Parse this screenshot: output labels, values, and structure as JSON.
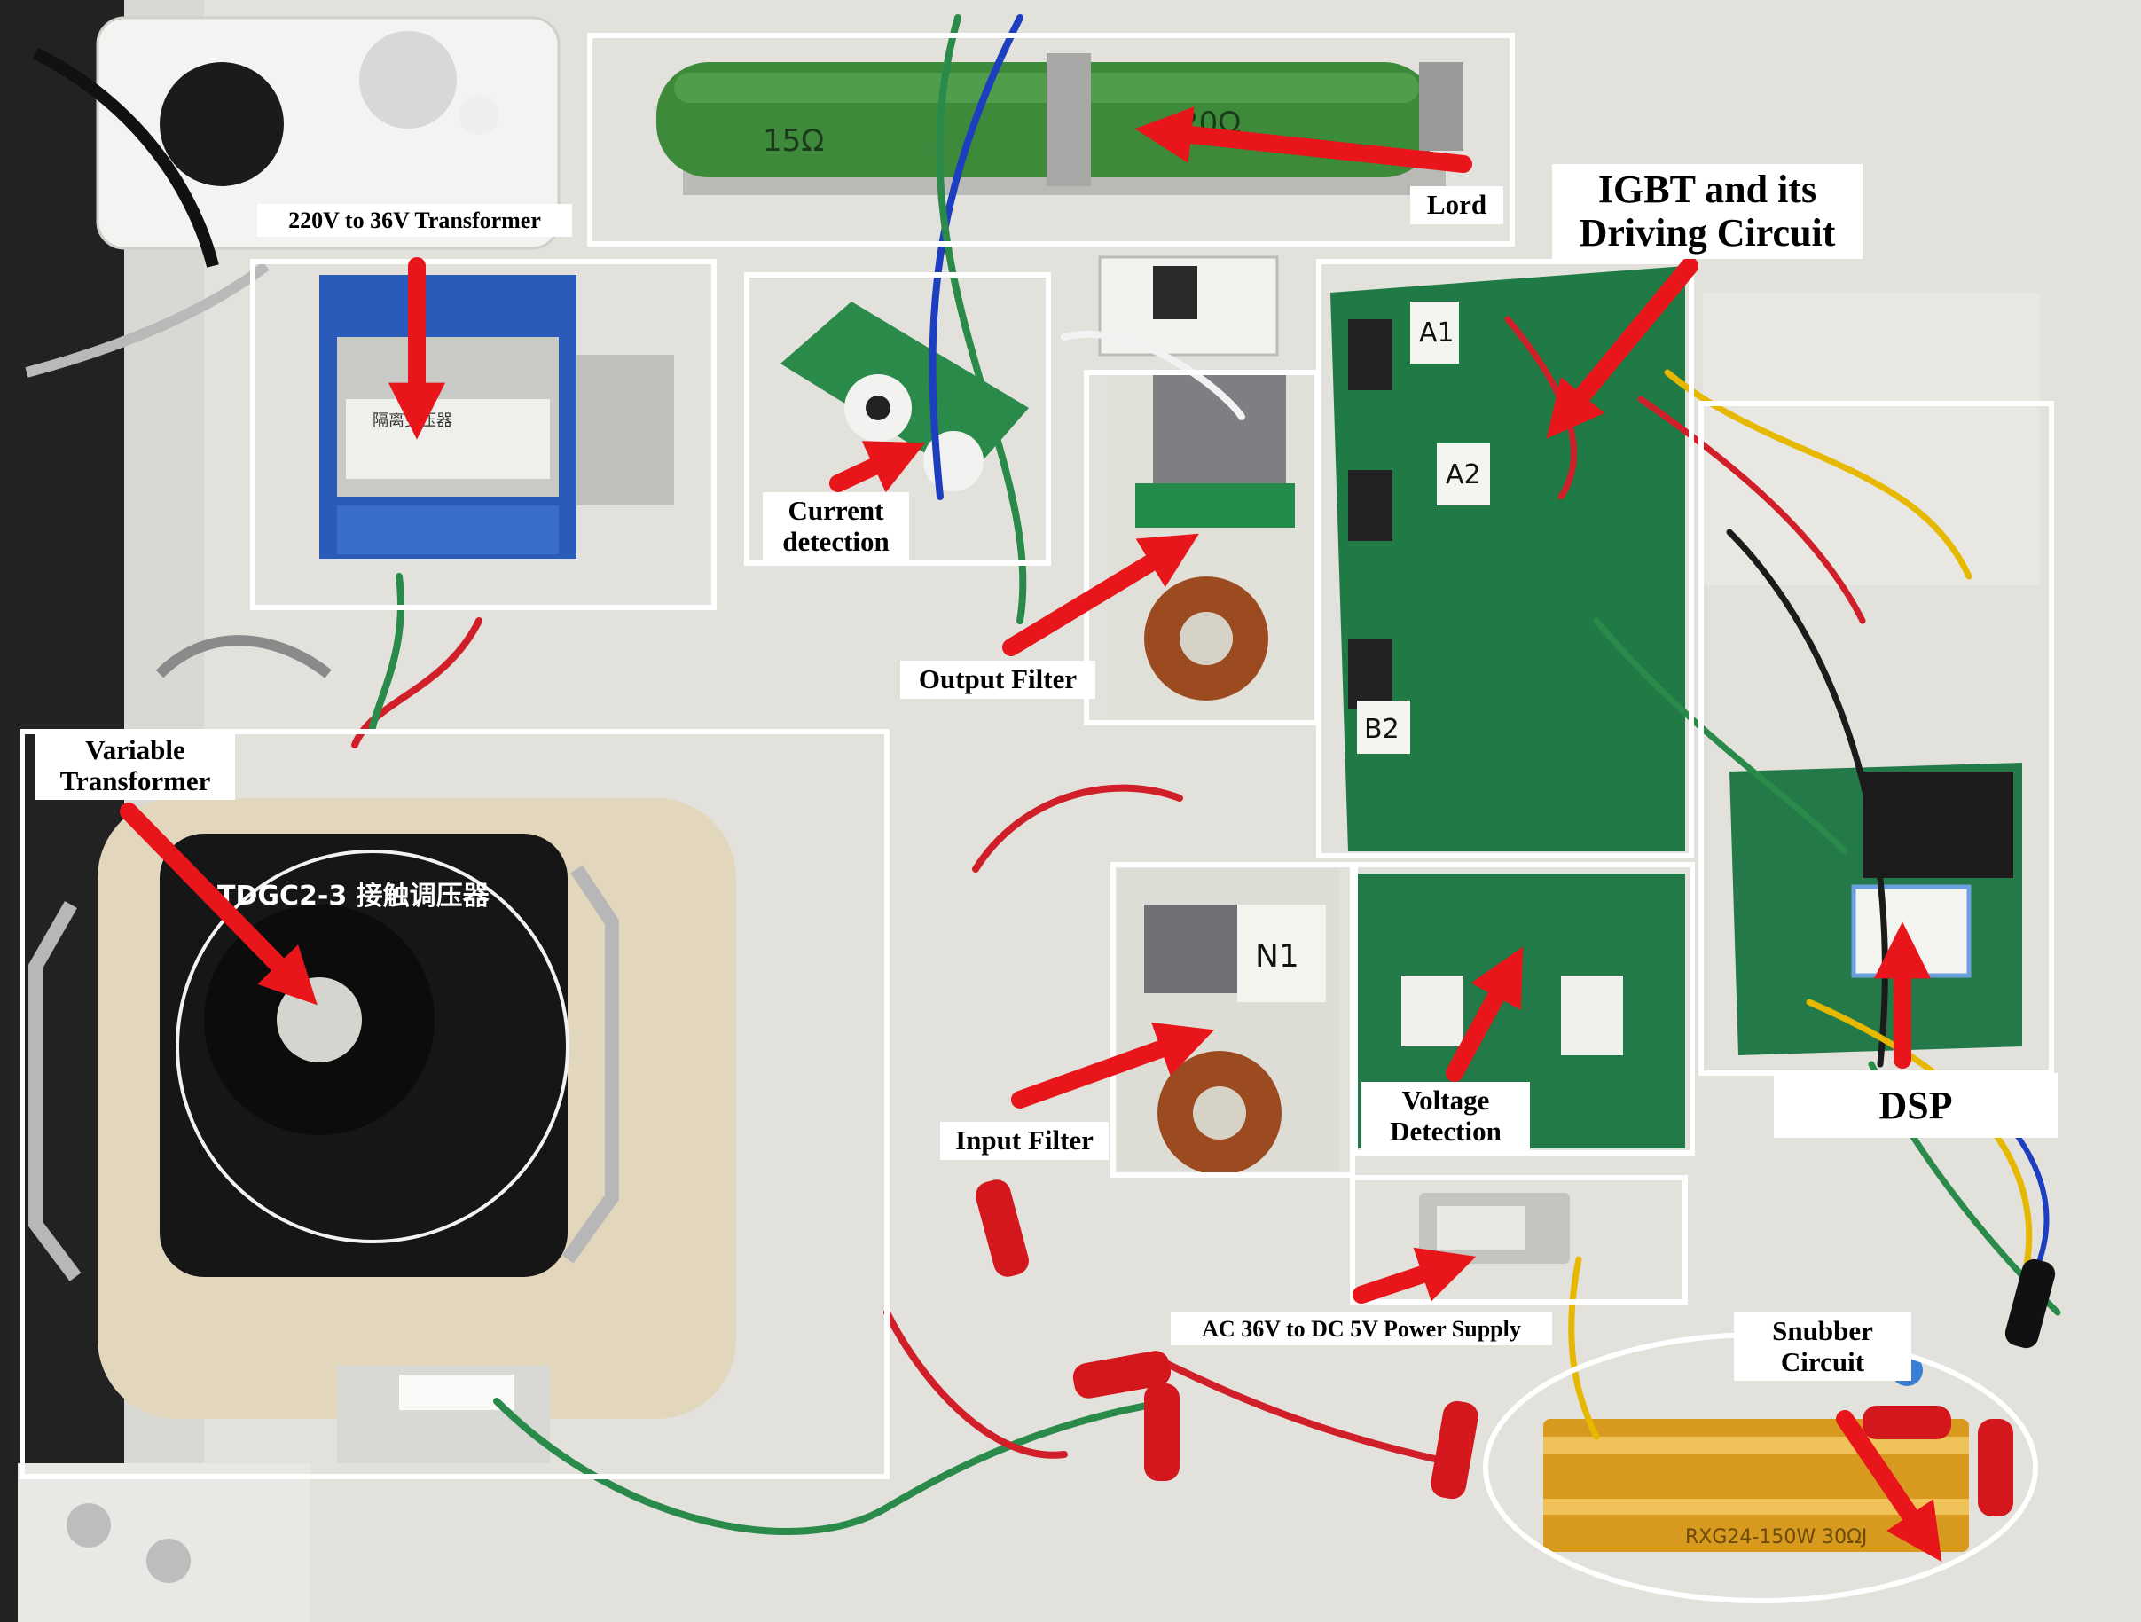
{
  "labels": {
    "transformer_220_36": "220V to 36V Transformer",
    "lord": "Lord",
    "igbt": "IGBT and its Driving Circuit",
    "current_detection": "Current detection",
    "output_filter": "Output Filter",
    "variable_transformer": "Variable Transformer",
    "dsp": "DSP",
    "input_filter": "Input Filter",
    "voltage_detection": "Voltage Detection",
    "power_supply": "AC 36V to DC 5V Power Supply",
    "snubber": "Snubber Circuit"
  },
  "device_text": {
    "voltage_regulator_model": "TDGC2-3 接触调压器",
    "resistor_mark_left": "15Ω",
    "resistor_mark_right": "20Ω",
    "transformer_nameplate": "隔离变压器",
    "board_a1": "A1",
    "board_a2": "A2",
    "board_b2": "B2",
    "board_n1": "N1",
    "snubber_resistor_text": "RXG24-150W 30ΩJ"
  },
  "colors": {
    "highlight_box": "#ffffff",
    "arrow": "#e8161b",
    "pcb": "#1f7a45",
    "resistor_green": "#3c8a3a",
    "regulator_body": "#e2d6bd",
    "snubber_gold": "#d79a1f"
  }
}
